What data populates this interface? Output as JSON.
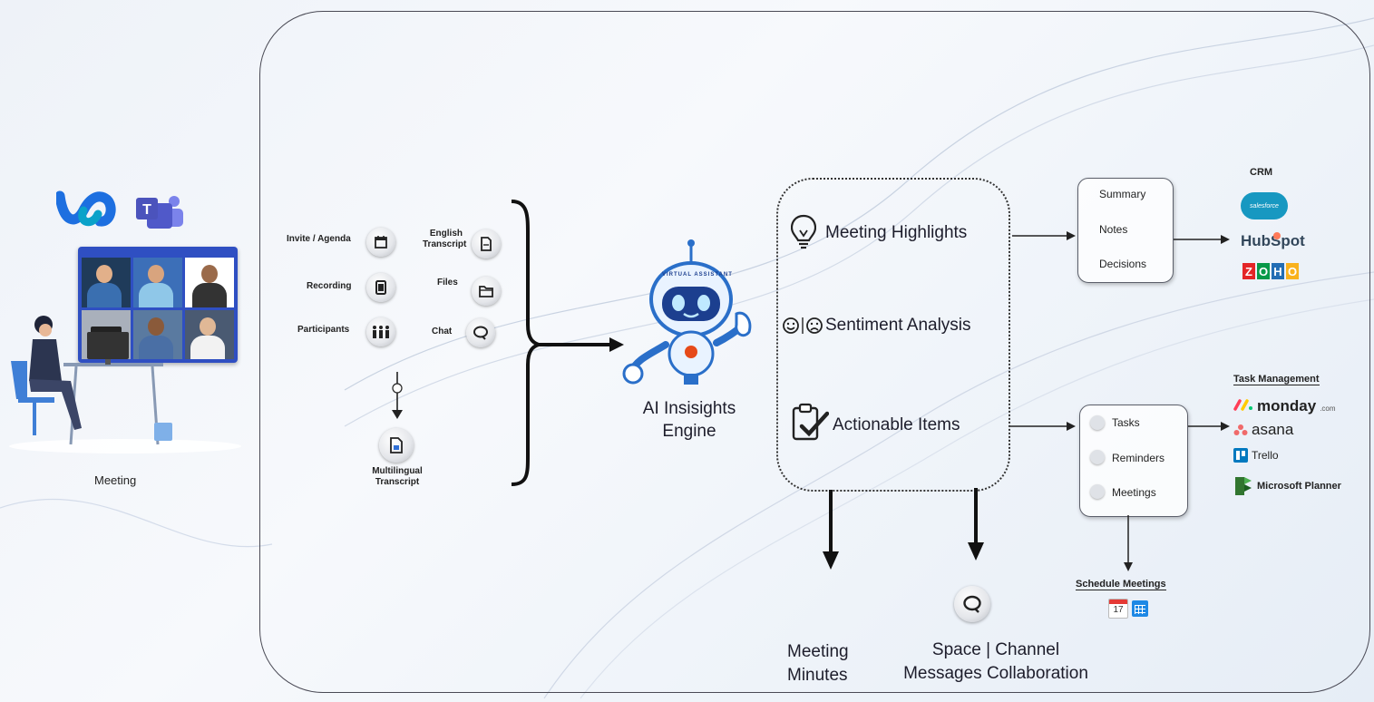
{
  "left": {
    "meeting_label": "Meeting"
  },
  "inputs": {
    "invite": "Invite / Agenda",
    "english_transcript_line1": "English",
    "english_transcript_line2": "Transcript",
    "recording": "Recording",
    "files": "Files",
    "participants": "Participants",
    "chat": "Chat",
    "multilingual_line1": "Multilingual",
    "multilingual_line2": "Transcript"
  },
  "engine": {
    "line1": "AI Insisights",
    "line2": "Engine",
    "badge": "VIRTUAL ASSISTANT"
  },
  "outputs": {
    "highlights": "Meeting Highlights",
    "sentiment": "Sentiment Analysis",
    "actionable": "Actionable Items"
  },
  "highlights_box": [
    "Summary",
    "Notes",
    "Decisions"
  ],
  "actions_box": [
    "Tasks",
    "Reminders",
    "Meetings"
  ],
  "crm": {
    "title": "CRM",
    "salesforce": "salesforce",
    "hubspot": "HubSpot",
    "zoho": [
      "Z",
      "O",
      "H",
      "O"
    ]
  },
  "task_mgmt": {
    "title": "Task Management",
    "monday": "monday",
    "monday_suffix": ".com",
    "asana": "asana",
    "trello": "Trello",
    "planner": "Microsoft Planner"
  },
  "schedule": {
    "title": "Schedule Meetings",
    "day": "17"
  },
  "bottom": {
    "minutes_line1": "Meeting",
    "minutes_line2": "Minutes",
    "space_line1": "Space | Channel",
    "space_line2": "Messages Collaboration"
  },
  "colors": {
    "frame": "#4a4a55",
    "webex_blue": "#1d6fe0",
    "teams_purple": "#5059c9",
    "salesforce": "#1798c1",
    "hubspot": "#33475b",
    "hubspot_accent": "#ff7a59",
    "asana": "#f06a6a",
    "trello": "#0079bf",
    "planner": "#31752f"
  }
}
